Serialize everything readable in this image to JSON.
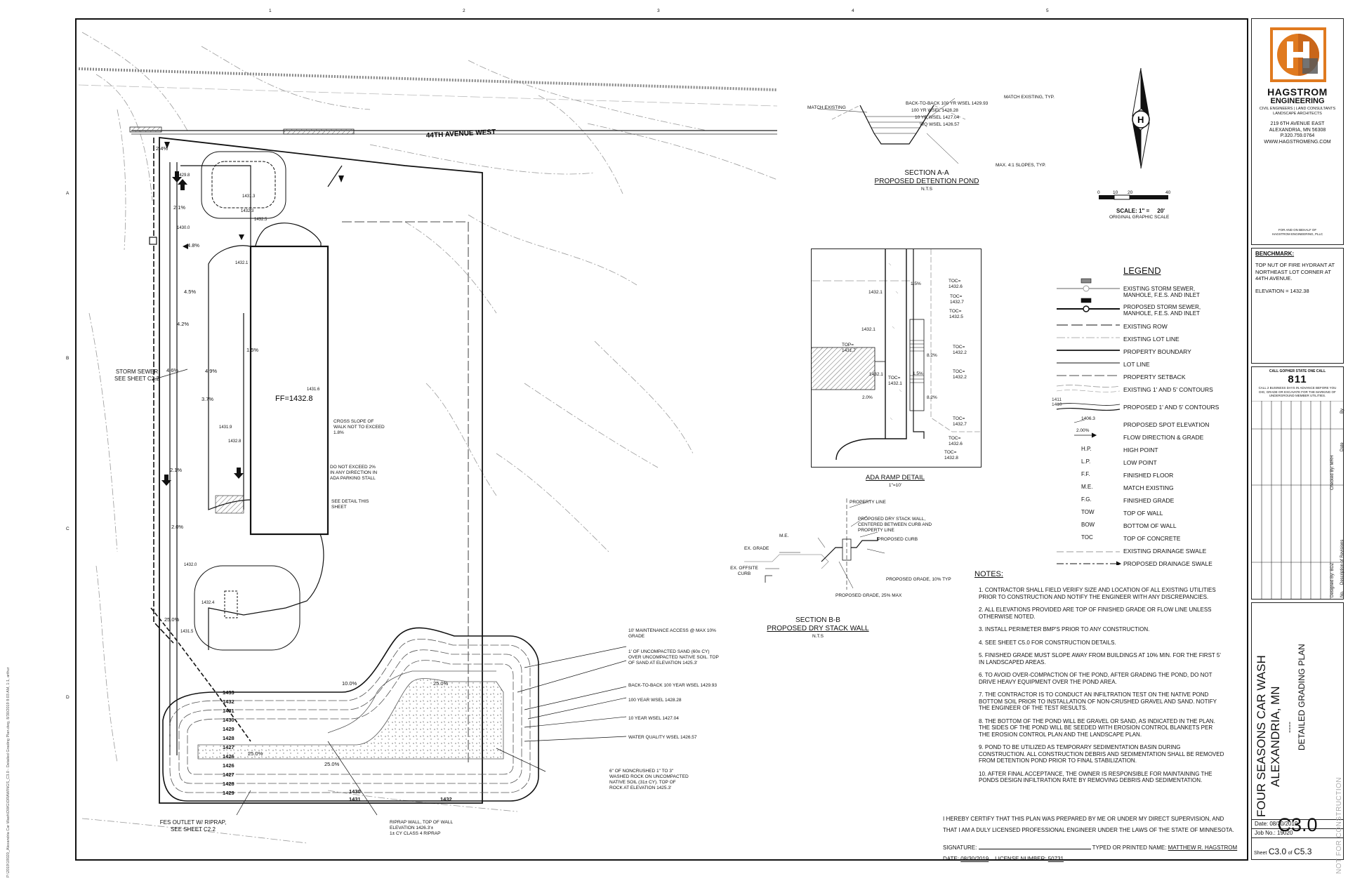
{
  "colors": {
    "line": "#111111",
    "contour": "#9a9a9a",
    "logo": "#e07a1f",
    "logo_dark": "#5a5a5a",
    "stone": "#bdbdbd"
  },
  "grid": {
    "top": [
      "1",
      "2",
      "3",
      "4",
      "5"
    ],
    "side": [
      "A",
      "B",
      "C",
      "D"
    ]
  },
  "road": {
    "name": "44TH AVENUE WEST"
  },
  "plan": {
    "ff": "FF=1432.8",
    "storm_sewer": "STORM SEWER\nSEE SHEET C2.2",
    "cross_slope": "CROSS SLOPE OF WALK NOT TO EXCEED 1.8%",
    "no_exceed": "DO NOT EXCEED 2% IN ANY DIRECTION IN ADA PARKING STALL",
    "see_detail": "SEE DETAIL THIS SHEET",
    "fes": "FES  OUTLET W/ RIPRAP,\nSEE SHEET C2.2",
    "riprap": "RIPRAP WALL, TOP OF WALL\nELEVATION 1426.3'±\n1± CY CLASS 4 RIPRAP",
    "rock": "6\" OF NONCRUSHED 1\" TO 3\"\nWASHED ROCK ON UNCOMPACTED\nNATIVE SOIL (31± CY). TOP OF\nROCK AT ELEVATION 1425.3'",
    "callouts": [
      "10' MAINTENANCE ACCESS @ MAX 10% GRADE",
      "1' OF UNCOMPACTED SAND (60± CY) OVER UNCOMPACTED NATIVE SOIL. TOP OF SAND AT ELEVATION 1425.3'",
      "BACK-TO-BACK 100 YEAR WSEL 1429.93",
      "100 YEAR WSEL 1428.28",
      "10 YEAR WSEL 1427.04",
      "WATER QUALITY WSEL 1426.57"
    ],
    "pond_contours": [
      "1433",
      "1432",
      "1431",
      "1430",
      "1429",
      "1428",
      "1427",
      "1426",
      "1426",
      "1427",
      "1428",
      "1429",
      "1430",
      "1431",
      "1432"
    ],
    "slopes": [
      "2.4%",
      "2.1%",
      "4.8%",
      "4.5%",
      "4.2%",
      "4.6%",
      "4.9%",
      "3.7%",
      "2.1%",
      "2.0%",
      "1.5%",
      "25.0%",
      "10.0%",
      "25.0%",
      "25.0%",
      "25.0%"
    ],
    "spot": [
      "1431.3",
      "1432.1",
      "1432.3",
      "1432.5",
      "1431.9",
      "1432.4",
      "1432.0",
      "1431.5",
      "1432.8",
      "1430.0",
      "1429.8",
      "1431.6"
    ]
  },
  "section_a": {
    "title": "SECTION A-A",
    "subtitle": "PROPOSED DETENTION POND",
    "scale": "N.T.S",
    "labels": [
      "MATCH EXISTING",
      "BACK-TO-BACK 100 YR WSEL 1429.93",
      "100 YR WSEL 1428.28",
      "10 YR WSEL 1427.04",
      "WQ WSEL 1426.57",
      "MATCH EXISTING, TYP.",
      "MAX. 4:1 SLOPES, TYP."
    ]
  },
  "scale_bar": {
    "ticks": [
      "0",
      "10",
      "20",
      "40"
    ],
    "label": "SCALE: 1\" =     20'",
    "sub": "ORIGINAL GRAPHIC SCALE"
  },
  "ada": {
    "title": "ADA RAMP DETAIL",
    "scale": "1\"=10'",
    "labels": [
      "TOC=\n1432.6",
      "TOC=\n1432.7",
      "TOC=\n1432.5",
      "1432.1",
      "1432.1",
      "1432.1",
      "TOP=\n1431.7",
      "TOC=\n1432.1",
      "TOC=\n1432.2",
      "TOC=\n1432.2",
      "TOC=\n1432.7",
      "TOC=\n1432.6",
      "TOC=\n1432.8",
      "1.5%",
      "8.2%",
      "1.5%",
      "8.2%",
      "2.0%"
    ]
  },
  "section_b": {
    "title": "SECTION B-B",
    "subtitle": "PROPOSED DRY STACK WALL",
    "scale": "N.T.S",
    "labels": [
      "PROPERTY LINE",
      "PROPOSED DRY STACK WALL, CENTERED BETWEEN CURB AND PROPERTY LINE",
      "PROPOSED CURB",
      "M.E.",
      "EX. GRADE",
      "EX. OFFSITE CURB",
      "PROPOSED GRADE, 10% TYP",
      "PROPOSED GRADE, 25% MAX"
    ]
  },
  "legend": {
    "title": "LEGEND",
    "items": [
      "EXISTING STORM SEWER, MANHOLE, F.E.S. AND INLET",
      "PROPOSED STORM SEWER, MANHOLE, F.E.S. AND INLET",
      "EXISTING ROW",
      "EXISTING LOT LINE",
      "PROPERTY BOUNDARY",
      "LOT LINE",
      "PROPERTY SETBACK",
      "EXISTING 1' AND 5' CONTOURS",
      "PROPOSED 1' AND 5' CONTOURS",
      "PROPOSED SPOT ELEVATION",
      "FLOW DIRECTION & GRADE",
      "HIGH POINT",
      "LOW POINT",
      "FINISHED FLOOR",
      "MATCH EXISTING",
      "FINISHED GRADE",
      "TOP OF WALL",
      "BOTTOM OF WALL",
      "TOP OF CONCRETE",
      "EXISTING DRAINAGE SWALE",
      "PROPOSED DRAINAGE SWALE"
    ],
    "symbols": [
      "",
      "",
      "",
      "",
      "",
      "",
      "",
      "",
      "1411\n1410",
      "1406.3",
      "2.00%",
      "H.P.",
      "L.P.",
      "F.F.",
      "M.E.",
      "F.G.",
      "TOW",
      "BOW",
      "TOC",
      "",
      ""
    ]
  },
  "notes": {
    "title": "NOTES:",
    "items": [
      "1.   CONTRACTOR SHALL FIELD VERIFY SIZE AND LOCATION OF ALL EXISTING UTILITIES PRIOR TO CONSTRUCTION AND NOTIFY THE ENGINEER WITH ANY DISCREPANCIES.",
      "2.   ALL ELEVATIONS PROVIDED ARE TOP OF FINISHED GRADE OR FLOW LINE UNLESS OTHERWISE NOTED.",
      "3.   INSTALL PERIMETER BMP'S PRIOR TO ANY CONSTRUCTION.",
      "4.   SEE SHEET C5.0 FOR CONSTRUCTION DETAILS.",
      "5.   FINISHED GRADE MUST SLOPE AWAY FROM BUILDINGS AT 10% MIN. FOR THE FIRST 5' IN LANDSCAPED AREAS.",
      "6.   TO AVOID OVER-COMPACTION OF THE POND, AFTER GRADING THE POND, DO NOT DRIVE HEAVY EQUIPMENT OVER THE POND AREA.",
      "7.   THE CONTRACTOR IS TO CONDUCT AN INFILTRATION TEST ON THE NATIVE POND BOTTOM SOIL PRIOR TO INSTALLATION OF NON-CRUSHED GRAVEL AND SAND. NOTIFY THE ENGINEER OF THE TEST RESULTS.",
      "8.   THE BOTTOM OF THE POND WILL BE GRAVEL OR SAND, AS INDICATED IN THE PLAN. THE SIDES OF THE POND WILL BE SEEDED WITH EROSION CONTROL BLANKETS PER THE EROSION CONTROL PLAN AND THE LANDSCAPE PLAN.",
      "9.   POND TO BE UTILIZED AS TEMPORARY SEDIMENTATION BASIN DURING CONSTRUCTION. ALL CONSTRUCTION DEBRIS AND SEDIMENTATION SHALL BE REMOVED FROM DETENTION POND PRIOR TO FINAL STABILIZATION.",
      "10.  AFTER FINAL ACCEPTANCE, THE OWNER IS RESPONSIBLE FOR MAINTAINING THE PONDS DESIGN INFILTRATION RATE BY REMOVING DEBRIS AND SEDIMENTATION."
    ]
  },
  "certification": {
    "text": "I HEREBY CERTIFY THAT THIS PLAN WAS PREPARED BY ME OR UNDER MY DIRECT SUPERVISION, AND THAT I AM A DULY LICENSED PROFESSIONAL ENGINEER UNDER THE LAWS OF THE STATE OF MINNESOTA.",
    "signature_label": "SIGNATURE:",
    "typed_label": "TYPED OR PRINTED NAME:",
    "name": "MATTHEW R. HAGSTROM",
    "date_label": "DATE:",
    "date": "08/30/2019",
    "license_label": "LICENSE NUMBER:",
    "license": "50731"
  },
  "firm": {
    "name1": "HAGSTROM",
    "name2": "ENGINEERING",
    "services": "CIVIL ENGINEERS | LAND CONSULTANTS\nLANDSCAPE ARCHITECTS",
    "address1": "219 6TH AVENUE EAST",
    "address2": "ALEXANDRIA, MN 56308",
    "phone": "P.320.759.0764",
    "web": "WWW.HAGSTROMENG.COM",
    "behalf": "FOR AND ON BEHALF OF\nHAGSTROM ENGINEERING, PLLC"
  },
  "benchmark": {
    "title": "BENCHMARK:",
    "text": "TOP NUT OF FIRE HYDRANT AT NORTHEAST LOT CORNER AT 44TH AVENUE.",
    "elevation": "ELEVATION = 1432.38"
  },
  "gopher": {
    "title": "CALL GOPHER STATE ONE CALL",
    "number": "811",
    "text": "CALL 2 BUSINESS DAYS IN ADVANCE BEFORE YOU DIG, GRADE OR EXCAVATE FOR THE MARKING OF UNDERGROUND MEMBER UTILITIES."
  },
  "revisions": {
    "no": "No.",
    "desc": "Description of Revisions",
    "date": "Date",
    "by": "By",
    "designed": "Designed By: BDZ",
    "checked": "Checked By: MRH"
  },
  "project": {
    "name": "FOUR SEASONS CAR WASH",
    "location": "ALEXANDRIA, MN",
    "dash": "----",
    "sheet_title": "DETAILED GRADING PLAN"
  },
  "sheet": {
    "date_label": "Date:",
    "date": "08/30/2019",
    "job_label": "Job No.:",
    "job": "19020",
    "number": "C3.0",
    "sheet_label": "Sheet",
    "of": "of",
    "total": "C5.3",
    "not_for": "NOT FOR CONSTRUCTION"
  },
  "file_path": "P:\\2019\\19020_Alexandria Car Wash\\DWG\\DRAWINGS_C3.0 - Detailed Grading Plan.dwg, 8/30/2019 8:03 AM, 1:1, arthur"
}
